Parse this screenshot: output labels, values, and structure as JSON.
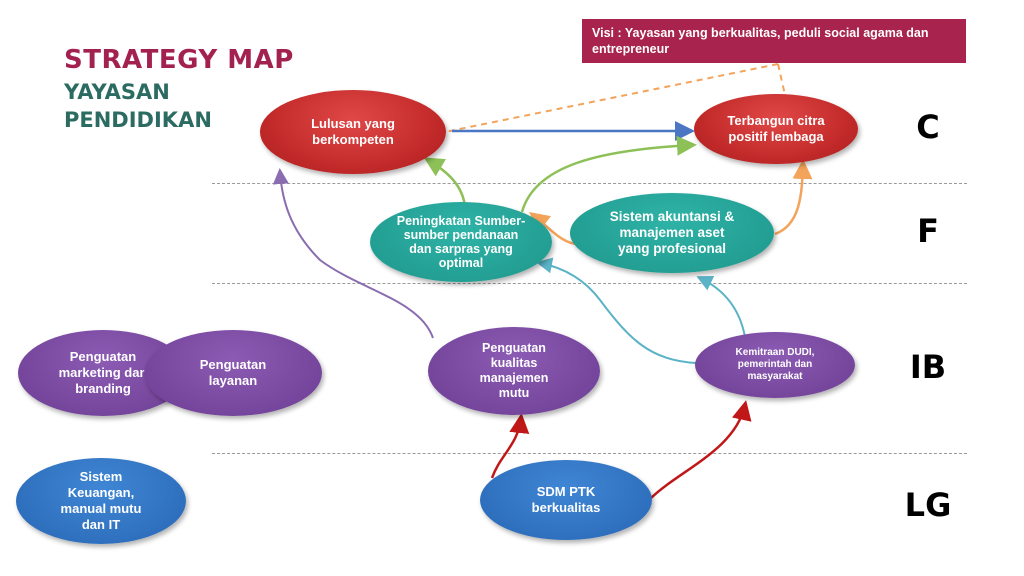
{
  "title": {
    "line1": "STRATEGY MAP",
    "line2": "YAYASAN",
    "line3": "PENDIDIKAN"
  },
  "vision": "Visi  : Yayasan yang berkualitas, peduli social agama dan entrepreneur",
  "levels": {
    "c": "C",
    "f": "F",
    "ib": "IB",
    "lg": "LG"
  },
  "nodes": {
    "lulusan": "Lulusan yang berkompeten",
    "citra": "Terbangun citra positif lembaga",
    "sumber_dana": "Peningkatan Sumber-sumber pendanaan dan sarpras yang optimal",
    "akuntansi": "Sistem akuntansi & manajemen aset yang profesional",
    "marketing": "Penguatan marketing dan branding",
    "layanan": "Penguatan layanan",
    "mutu": "Penguatan kualitas manajemen mutu",
    "kemitraan": "Kemitraan DUDI, pemerintah dan masyarakat",
    "keuangan": "Sistem Keuangan, manual mutu dan IT",
    "sdm": "SDM PTK berkualitas"
  },
  "colors": {
    "title_red": "#a3214f",
    "title_green": "#2b6b62",
    "node_red": "#c42b2b",
    "node_teal": "#1e968b",
    "node_purple": "#6c3d93",
    "node_blue": "#2867b5"
  }
}
